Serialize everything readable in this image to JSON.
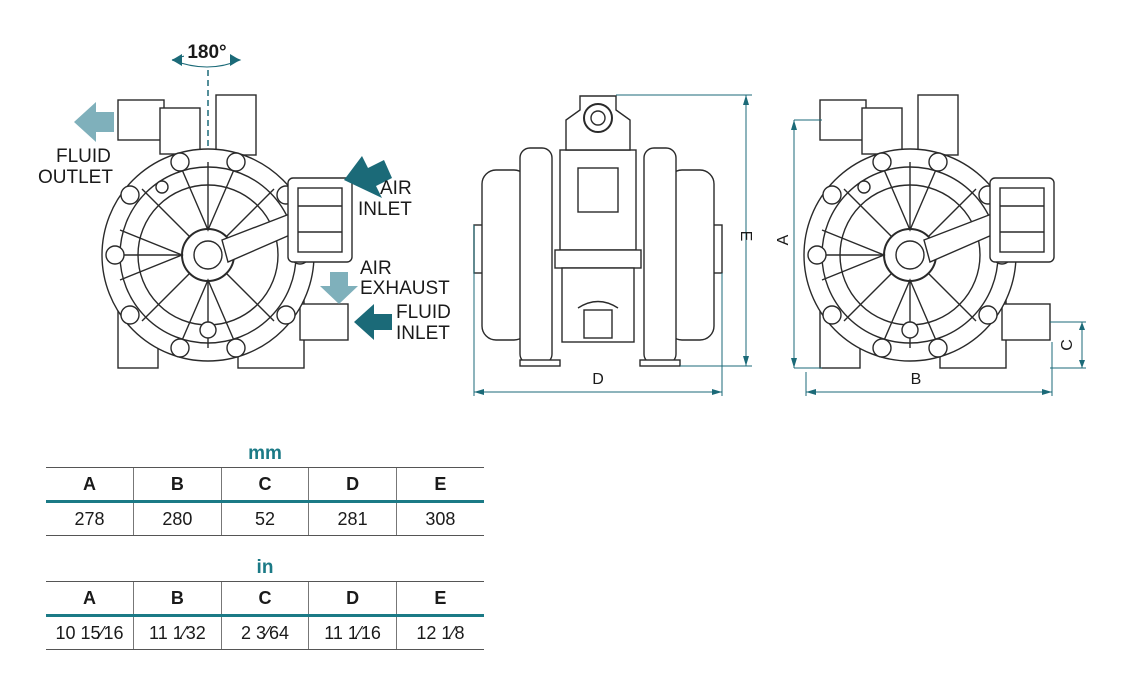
{
  "labels": {
    "rotation": "180°",
    "fluid_outlet": [
      "FLUID",
      "OUTLET"
    ],
    "air_inlet": [
      "AIR",
      "INLET"
    ],
    "air_exhaust": [
      "AIR",
      "EXHAUST"
    ],
    "fluid_inlet": [
      "FLUID",
      "INLET"
    ],
    "dim_a": "A",
    "dim_b": "B",
    "dim_c": "C",
    "dim_d": "D",
    "dim_e": "E"
  },
  "colors": {
    "accent": "#1b7a86",
    "arrow_dark": "#1b6a78",
    "arrow_light": "#7fb0bb",
    "line": "#2a2a2a"
  },
  "tables": [
    {
      "unit": "mm",
      "headers": [
        "A",
        "B",
        "C",
        "D",
        "E"
      ],
      "values": [
        "278",
        "280",
        "52",
        "281",
        "308"
      ]
    },
    {
      "unit": "in",
      "headers": [
        "A",
        "B",
        "C",
        "D",
        "E"
      ],
      "values": [
        "10 15⁄16",
        "11 1⁄32",
        "2 3⁄64",
        "11 1⁄16",
        "12 1⁄8"
      ]
    }
  ]
}
